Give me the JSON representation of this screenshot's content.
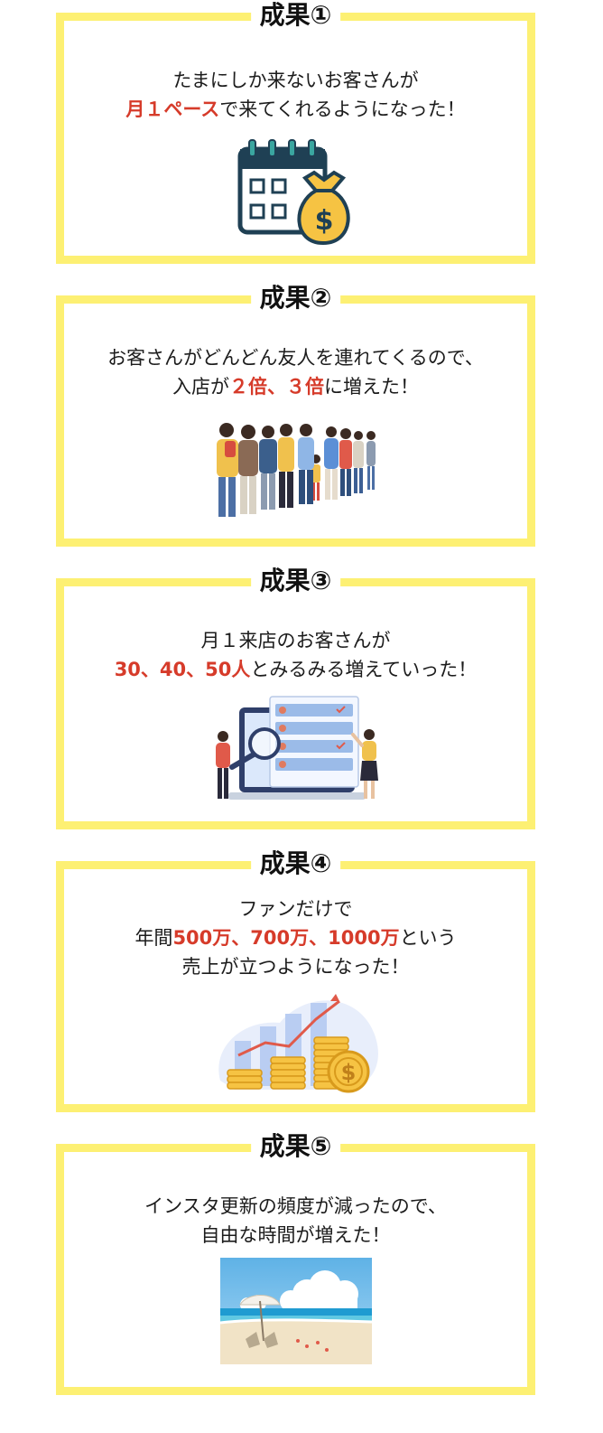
{
  "results": [
    {
      "title": "成果①",
      "lines": [
        [
          {
            "t": "たまにしか来ないお客さんが"
          }
        ],
        [
          {
            "t": "月１ペース",
            "hl": true
          },
          {
            "t": "で来てくれるようになった！"
          }
        ]
      ],
      "illustration": "calendar-money-bag-icon"
    },
    {
      "title": "成果②",
      "lines": [
        [
          {
            "t": "お客さんがどんどん友人を連れてくるので、"
          }
        ],
        [
          {
            "t": "入店が"
          },
          {
            "t": "２倍、３倍",
            "hl": true
          },
          {
            "t": "に増えた！"
          }
        ]
      ],
      "illustration": "crowd-queue-illustration"
    },
    {
      "title": "成果③",
      "lines": [
        [
          {
            "t": "月１来店のお客さんが"
          }
        ],
        [
          {
            "t": "30、40、50人",
            "hl": true
          },
          {
            "t": "とみるみる増えていった！"
          }
        ]
      ],
      "illustration": "customer-list-magnifier-illustration"
    },
    {
      "title": "成果④",
      "lines": [
        [
          {
            "t": "ファンだけで"
          }
        ],
        [
          {
            "t": "年間"
          },
          {
            "t": "500万、700万、1000万",
            "hl": true
          },
          {
            "t": "という"
          }
        ],
        [
          {
            "t": "売上が立つようになった！"
          }
        ]
      ],
      "illustration": "coin-growth-chart-illustration"
    },
    {
      "title": "成果⑤",
      "lines": [
        [
          {
            "t": "インスタ更新の頻度が減ったので、"
          }
        ],
        [
          {
            "t": "自由な時間が増えた！"
          }
        ]
      ],
      "illustration": "beach-photo"
    }
  ],
  "colors": {
    "border": "#fdf073",
    "highlight": "#d63b2a",
    "text": "#1c1c1c"
  }
}
